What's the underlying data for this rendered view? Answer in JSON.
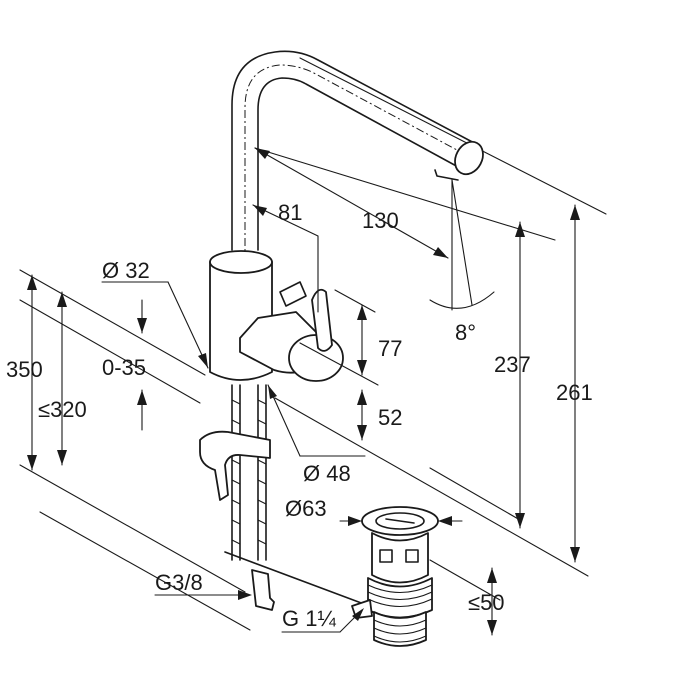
{
  "dimensions": {
    "d32": "Ø 32",
    "range_0_35": "0-35",
    "h350": "350",
    "h320": "≤320",
    "d81": "81",
    "d130": "130",
    "h77": "77",
    "h52": "52",
    "h237": "237",
    "h261": "261",
    "angle8": "8°",
    "d48": "Ø 48",
    "d63": "Ø63",
    "h50": "≤50",
    "g38": "G3/8",
    "g114": "G 1¼"
  }
}
